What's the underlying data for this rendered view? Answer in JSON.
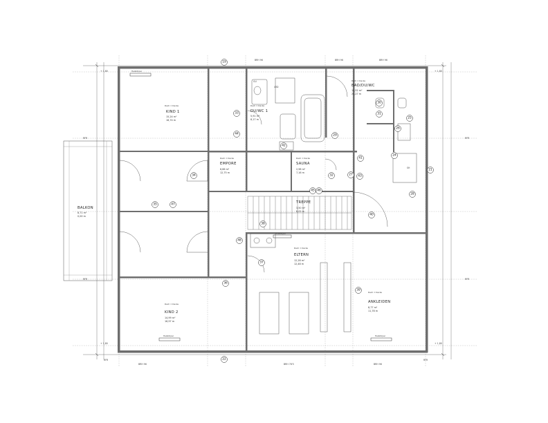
{
  "rooms": [
    {
      "name": "KIND 1",
      "line1": "Dach = Decke",
      "line2": "15,24 m²",
      "line3": "16,74 m"
    },
    {
      "name": "DU/WC 1",
      "line1": "Dach = Decke",
      "line2": "5,91 m²",
      "line3": "8,17 m"
    },
    {
      "name": "BAD/DU/WC",
      "line1": "Dach = Decke",
      "line2": "14,52 m²",
      "line3": "24,27 m"
    },
    {
      "name": "EMPORE",
      "line1": "Dach = Decke",
      "line2": "6,86 m²",
      "line3": "12,75 m"
    },
    {
      "name": "SAUNA",
      "line1": "Dach = Decke",
      "line2": "2,98 m²",
      "line3": "7,16 m"
    },
    {
      "name": "TREPPE",
      "line1": "",
      "line2": "3,50 m²",
      "line3": "8,02 m"
    },
    {
      "name": "ELTERN",
      "line1": "Dach = Decke",
      "line2": "12,28 m²",
      "line3": "12,48 m"
    },
    {
      "name": "ANKLEIDEN",
      "line1": "Dach = Decke",
      "line2": "8,77 m²",
      "line3": "11,78 m"
    },
    {
      "name": "KIND 2",
      "line1": "Dach = Decke",
      "line2": "14,99 m²",
      "line3": "16,97 m"
    },
    {
      "name": "BALKON",
      "line1": "",
      "line2": "8,71 m²",
      "line3": "0,00 m"
    }
  ],
  "markers": [
    "19",
    "21",
    "22",
    "23",
    "24",
    "25",
    "26",
    "27",
    "28",
    "29",
    "30",
    "31",
    "32",
    "33",
    "34",
    "35",
    "36",
    "37",
    "38",
    "39",
    "40",
    "41",
    "42",
    "43",
    "44",
    "45",
    "46",
    "47",
    "48"
  ],
  "labels": {
    "heizkoerper": "Heizkörper",
    "bwh": "BRH 96",
    "rfr": "RFR",
    "ok_fb": "OK Fb.",
    "kante": "+ 2,30",
    "gullet": "43D",
    "gu": "GU",
    "sh": "SH",
    "dim_top": "+ 1,80",
    "dim_bot": "+ 1,80",
    "brh_bottom_a": "BRH 96",
    "brh_bottom_b": "BRH 78'5",
    "brh_bottom_c": "BRH 96"
  },
  "colors": {
    "wall": "#6e6e6e",
    "line": "#333333",
    "background": "#ffffff"
  }
}
